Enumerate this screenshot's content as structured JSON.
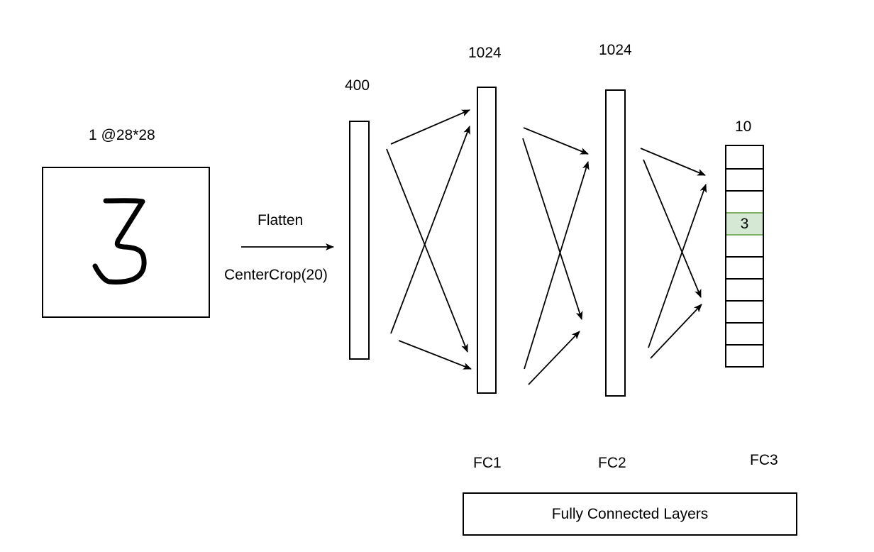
{
  "input": {
    "size_label": "1 @28*28",
    "digit": "3"
  },
  "operation": {
    "top_label": "Flatten",
    "bottom_label": "CenterCrop(20)"
  },
  "layers": {
    "flat": {
      "units": "400"
    },
    "fc1": {
      "units": "1024",
      "name": "FC1"
    },
    "fc2": {
      "units": "1024",
      "name": "FC2"
    },
    "fc3": {
      "units": "10",
      "name": "FC3",
      "highlighted_value": "3",
      "highlight_color": "#d5e8d4"
    }
  },
  "group_label": "Fully Connected Layers"
}
